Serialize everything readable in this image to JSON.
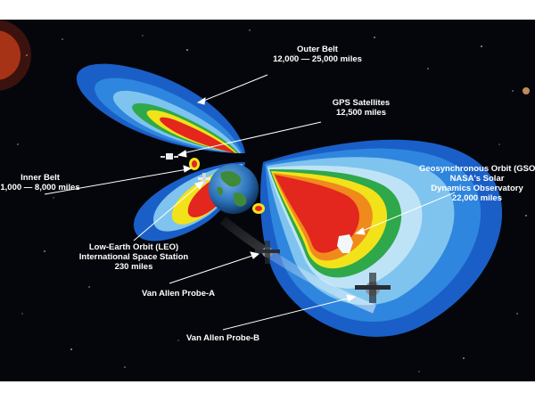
{
  "labels": {
    "outer_belt": {
      "name": "Outer Belt",
      "detail": "12,000 — 25,000 miles"
    },
    "gps": {
      "name": "GPS Satellites",
      "detail": "12,500 miles"
    },
    "inner_belt": {
      "name": "Inner Belt",
      "detail": "1,000 — 8,000 miles"
    },
    "gso": {
      "line1": "Geosynchronous Orbit (GSO)",
      "line2": "NASA's Solar",
      "line3": "Dynamics Observatory",
      "detail": "22,000 miles"
    },
    "leo": {
      "line1": "Low-Earth Orbit (LEO)",
      "line2": "International Space Station",
      "detail": "230 miles"
    },
    "probe_a": {
      "name": "Van Allen Probe-A"
    },
    "probe_b": {
      "name": "Van Allen Probe-B"
    }
  },
  "colors": {
    "background": "#05060b",
    "outer_shell": "#1a5fc7",
    "mid_shell": "#2f86de",
    "light_shell": "#7fc4ee",
    "pale_shell": "#bfe3f6",
    "green_band": "#2ea84a",
    "yellow_band": "#f2e21a",
    "orange_band": "#f08a1c",
    "red_band": "#e3261e",
    "label_text": "#ffffff"
  }
}
